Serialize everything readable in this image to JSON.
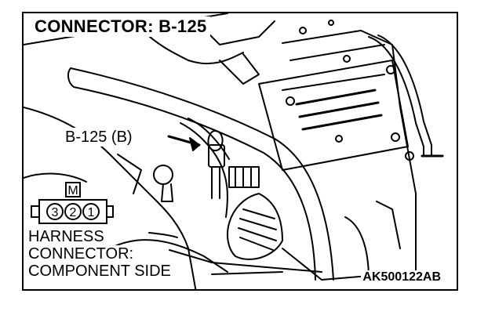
{
  "title": "CONNECTOR: B-125",
  "callout_label": "B-125 (B)",
  "connector_symbol": {
    "top_pin": "M",
    "pins": [
      "3",
      "2",
      "1"
    ]
  },
  "caption": {
    "line1": "HARNESS",
    "line2": "CONNECTOR:",
    "line3": "COMPONENT SIDE"
  },
  "figure_id": "AK500122AB",
  "colors": {
    "ink": "#000000",
    "background": "#ffffff"
  },
  "icons": [
    "arrow-pointer-icon",
    "connector-symbol-icon",
    "engine-illustration-icon"
  ]
}
